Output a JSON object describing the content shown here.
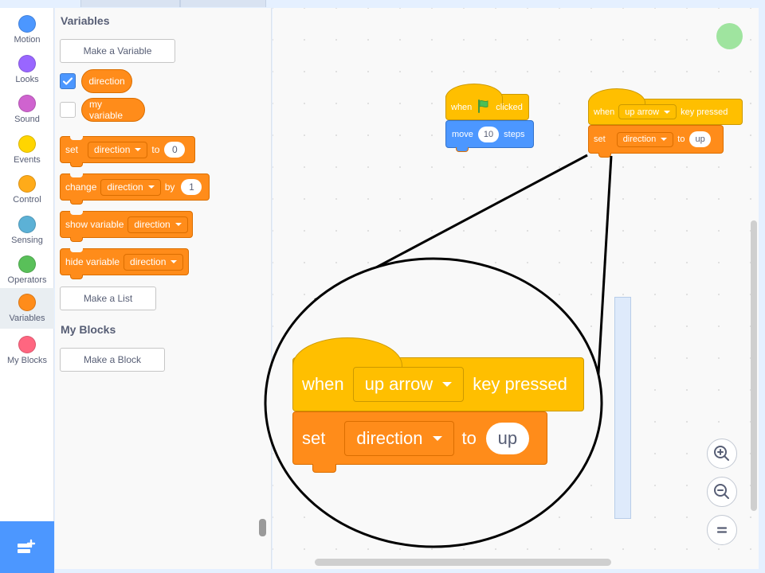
{
  "categories": [
    {
      "label": "Motion",
      "color": "#4c97ff"
    },
    {
      "label": "Looks",
      "color": "#9966ff"
    },
    {
      "label": "Sound",
      "color": "#cf63cf"
    },
    {
      "label": "Events",
      "color": "#ffd500"
    },
    {
      "label": "Control",
      "color": "#ffab19"
    },
    {
      "label": "Sensing",
      "color": "#5cb1d6"
    },
    {
      "label": "Operators",
      "color": "#59c059"
    },
    {
      "label": "Variables",
      "color": "#ff8c1a"
    },
    {
      "label": "My Blocks",
      "color": "#ff6680"
    }
  ],
  "selected_category": "Variables",
  "extension_icon": "add-extension-icon",
  "palette": {
    "variables_heading": "Variables",
    "make_variable": "Make a Variable",
    "variables": [
      {
        "name": "direction",
        "checked": true
      },
      {
        "name": "my variable",
        "checked": false
      }
    ],
    "set_block": {
      "label": "set",
      "var": "direction",
      "to": "to",
      "value": "0"
    },
    "change_block": {
      "label": "change",
      "var": "direction",
      "by": "by",
      "value": "1"
    },
    "show_block": {
      "label": "show variable",
      "var": "direction"
    },
    "hide_block": {
      "label": "hide variable",
      "var": "direction"
    },
    "make_list": "Make a List",
    "myblocks_heading": "My Blocks",
    "make_block": "Make a Block"
  },
  "script1": {
    "hat_when": "when",
    "hat_clicked": "clicked",
    "flag_icon": "green-flag-icon",
    "move_label": "move",
    "move_value": "10",
    "move_steps": "steps"
  },
  "script2": {
    "when": "when",
    "key": "up arrow",
    "key_pressed": "key pressed",
    "set": "set",
    "var": "direction",
    "to": "to",
    "value": "up"
  },
  "zoom": {
    "zoom_in_icon": "zoom-in-icon",
    "zoom_out_icon": "zoom-out-icon",
    "reset_icon": "zoom-reset-icon"
  },
  "colors": {
    "variables": "#ff8c1a",
    "events": "#ffbf00",
    "motion": "#4c97ff",
    "accent": "#4c97ff"
  }
}
